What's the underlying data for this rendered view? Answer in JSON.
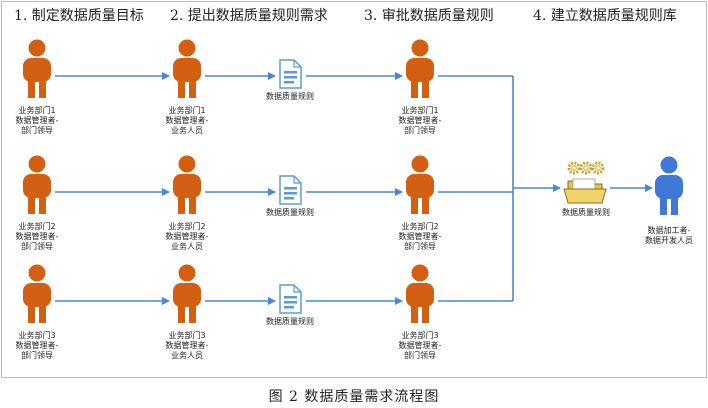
{
  "stages": [
    "1. 制定数据质量目标",
    "2. 提出数据质量规则需求",
    "3. 审批数据质量规则",
    "4. 建立数据质量规则库"
  ],
  "rows": [
    {
      "col1": [
        "业务部门1",
        "数据管理者-",
        "部门领导"
      ],
      "col2": [
        "业务部门1",
        "数据管理者-",
        "业务人员"
      ],
      "doc": "数据质量规则",
      "col3": [
        "业务部门1",
        "数据管理者-",
        "部门领导"
      ]
    },
    {
      "col1": [
        "业务部门2",
        "数据管理者-",
        "部门领导"
      ],
      "col2": [
        "业务部门2",
        "数据管理者-",
        "业务人员"
      ],
      "doc": "数据质量规则",
      "col3": [
        "业务部门2",
        "数据管理者-",
        "部门领导"
      ]
    },
    {
      "col1": [
        "业务部门3",
        "数据管理者-",
        "部门领导"
      ],
      "col2": [
        "业务部门3",
        "数据管理者-",
        "业务人员"
      ],
      "doc": "数据质量规则",
      "col3": [
        "业务部门3",
        "数据管理者-",
        "部门领导"
      ]
    }
  ],
  "repository_label": "数据质量规则",
  "developer_label": [
    "数据加工者-",
    "数据开发人员"
  ],
  "caption": "图 2  数据质量需求流程图",
  "colors": {
    "person_orange": "#d35f12",
    "person_blue": "#3f78d6",
    "arrow": "#4a86d9",
    "doc_blue": "#5b9bd5",
    "folder_yellow": "#f2d26b",
    "gear": "#c9a227"
  },
  "icons": [
    "person-icon",
    "document-icon",
    "folder-gears-icon"
  ]
}
